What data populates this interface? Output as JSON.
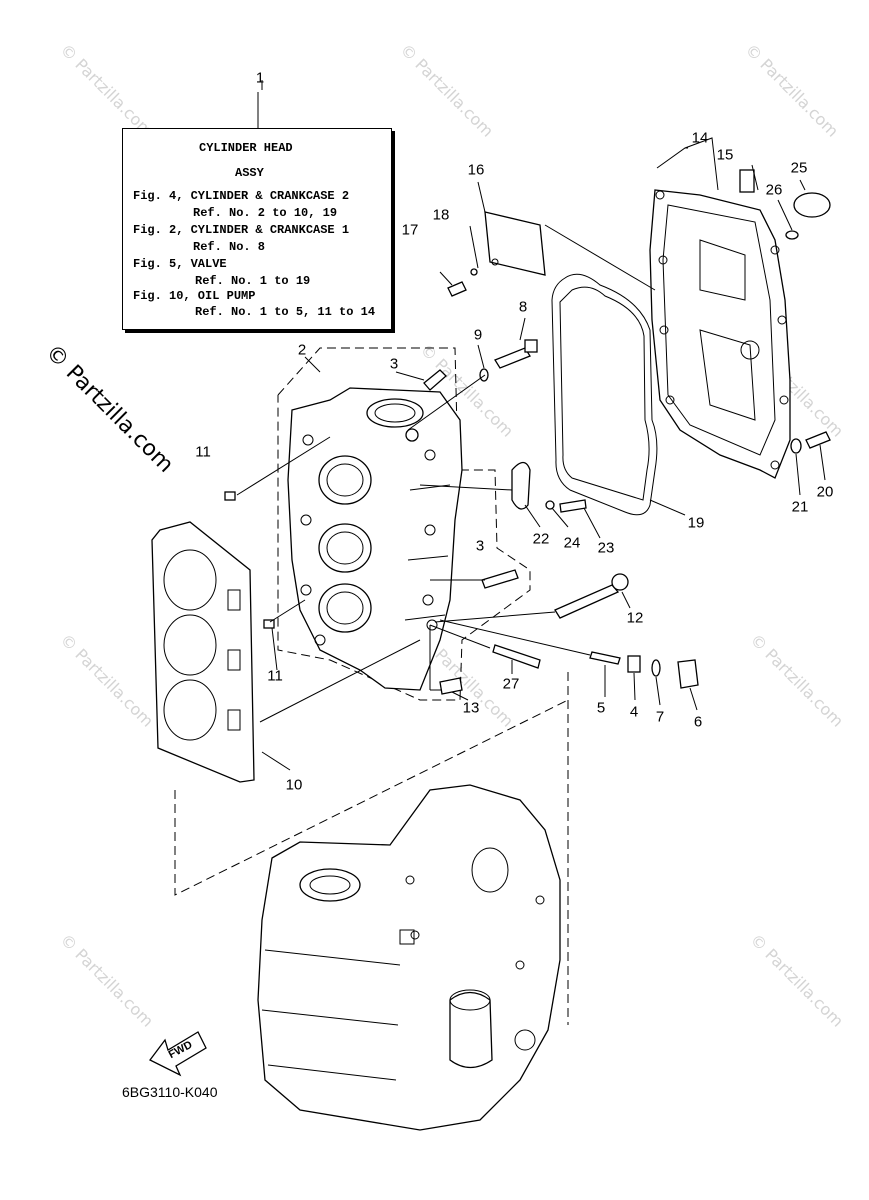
{
  "watermark": {
    "text": "© Partzilla.com",
    "side_text": "© Partzilla.com"
  },
  "info_box": {
    "callout": "1",
    "title_line1": "CYLINDER HEAD",
    "title_line2": "ASSY",
    "lines": [
      "Fig. 4, CYLINDER & CRANKCASE 2",
      "Ref. No. 2 to 10, 19",
      "Fig. 2, CYLINDER & CRANKCASE 1",
      "Ref. No. 8",
      "Fig. 5, VALVE",
      "Ref. No. 1 to 19",
      "Fig. 10, OIL PUMP",
      "Ref. No. 1 to 5, 11 to 14"
    ]
  },
  "callouts": {
    "c2": "2",
    "c3a": "3",
    "c3b": "3",
    "c4": "4",
    "c5": "5",
    "c6": "6",
    "c7": "7",
    "c8": "8",
    "c9": "9",
    "c10": "10",
    "c11a": "11",
    "c11b": "11",
    "c12": "12",
    "c13": "13",
    "c14": "14",
    "c15": "15",
    "c16": "16",
    "c17": "17",
    "c18": "18",
    "c19": "19",
    "c20": "20",
    "c21": "21",
    "c22": "22",
    "c23": "23",
    "c24": "24",
    "c25": "25",
    "c26": "26",
    "c27": "27"
  },
  "fwd_label": "FWD",
  "diagram_code": "6BG3110-K040"
}
